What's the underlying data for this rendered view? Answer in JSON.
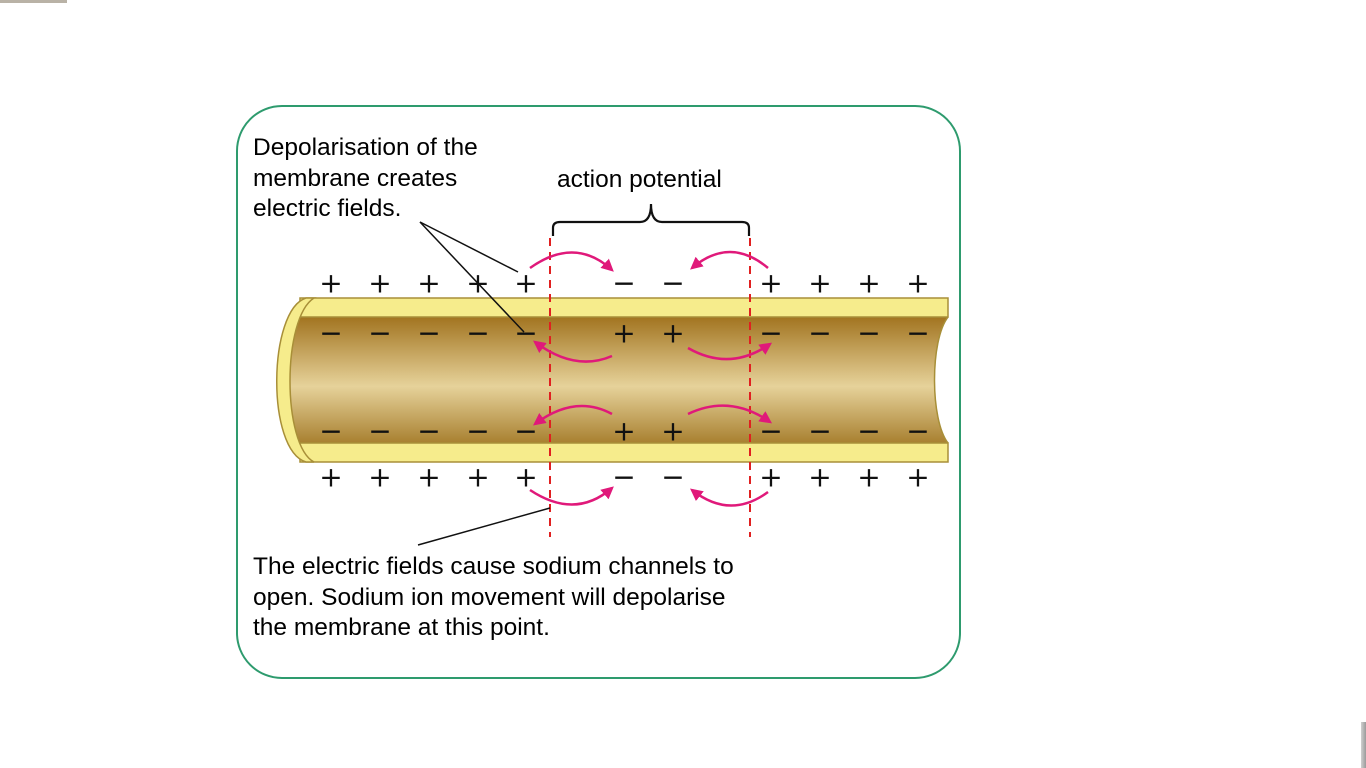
{
  "caption_top": "Depolarisation of the\nmembrane creates\nelectric fields.",
  "caption_action_potential": "action potential",
  "caption_bottom": "The electric fields cause sodium channels to\nopen. Sodium ion movement will depolarise\nthe membrane at this point.",
  "charges": {
    "outer_top": [
      "+",
      "+",
      "+",
      "+",
      "+",
      "−",
      "−",
      "+",
      "+",
      "+",
      "+"
    ],
    "inner_top": [
      "−",
      "−",
      "−",
      "−",
      "−",
      "+",
      "+",
      "−",
      "−",
      "−",
      "−"
    ],
    "inner_bottom": [
      "−",
      "−",
      "−",
      "−",
      "−",
      "+",
      "+",
      "−",
      "−",
      "−",
      "−"
    ],
    "outer_bottom": [
      "+",
      "+",
      "+",
      "+",
      "+",
      "−",
      "−",
      "+",
      "+",
      "+",
      "+"
    ]
  },
  "colors": {
    "panel_border": "#2e9b6e",
    "arrow": "#e0197a",
    "dashed_line": "#e02020",
    "membrane": "#f6ec8c",
    "axon_interior": "#b98b3a"
  }
}
